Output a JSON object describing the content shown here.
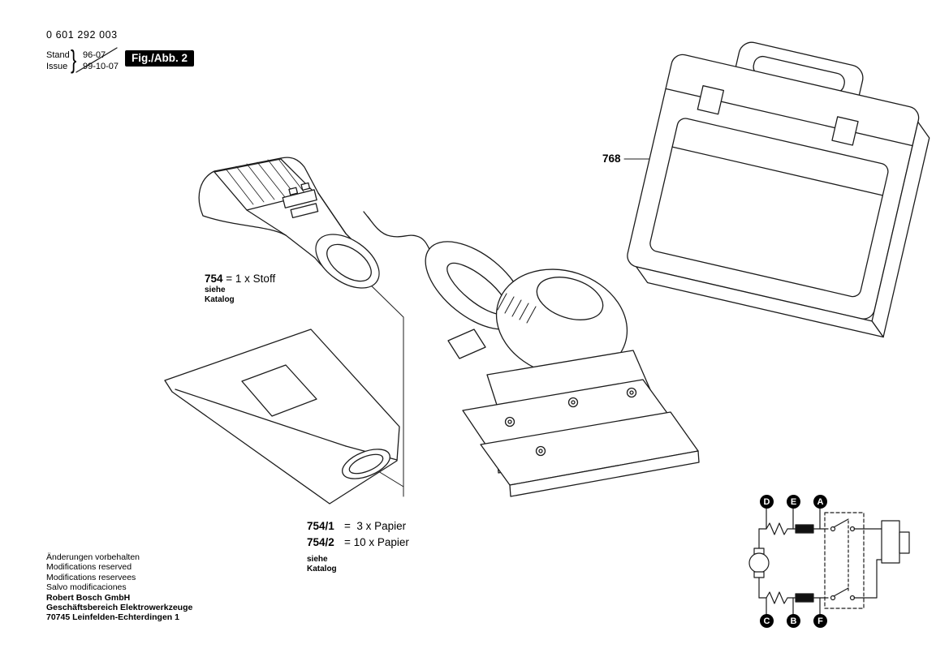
{
  "doc": {
    "part_number": "0 601 292 003",
    "stand_label": "Stand",
    "stand_value": "96-07",
    "issue_label": "Issue",
    "issue_value": "99-10-07",
    "brace": "}",
    "figure_badge": "Fig./Abb. 2"
  },
  "callouts": {
    "case_ref": "768",
    "cloth_bag": {
      "ref": "754",
      "desc": " = 1 x Stoff",
      "see_line1": "siehe",
      "see_line2": "Katalog"
    },
    "paper_bag": {
      "row1_ref": "754/1",
      "row1_desc": "=  3 x Papier",
      "row2_ref": "754/2",
      "row2_desc": "= 10 x Papier",
      "see_line1": "siehe",
      "see_line2": "Katalog"
    }
  },
  "circuit": {
    "top_terminals": [
      "D",
      "E",
      "A"
    ],
    "bottom_terminals": [
      "C",
      "B",
      "F"
    ]
  },
  "footer": {
    "notes": [
      "Änderungen vorbehalten",
      "Modifications reserved",
      "Modifications reservees",
      "Salvo modificaciones"
    ],
    "company": [
      "Robert Bosch GmbH",
      "Geschäftsbereich Elektrowerkzeuge",
      "70745 Leinfelden-Echterdingen 1"
    ]
  }
}
